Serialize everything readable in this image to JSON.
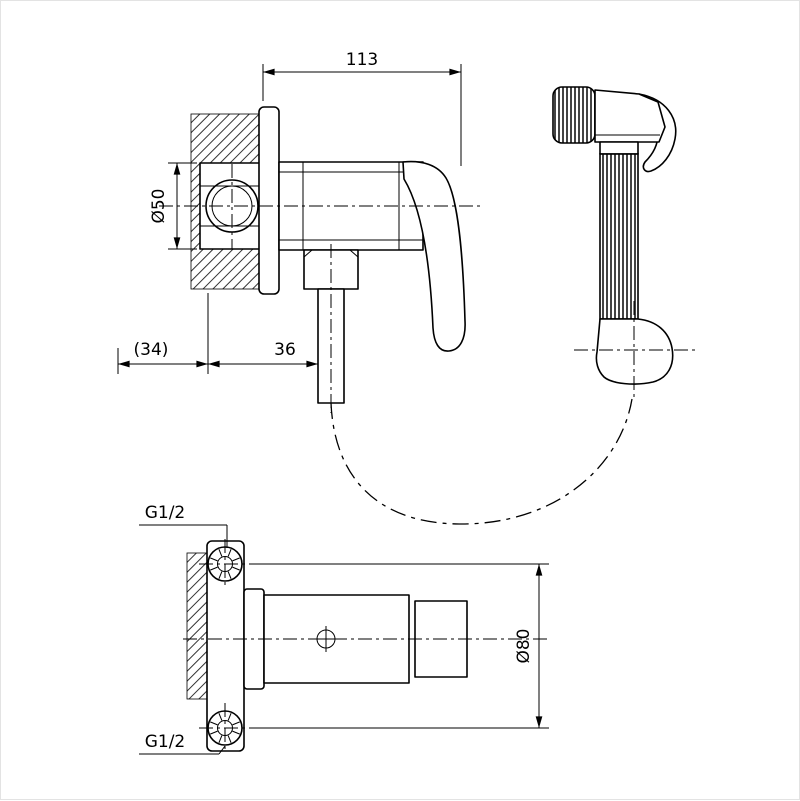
{
  "page": {
    "background": "#ffffff",
    "line_color": "#000000"
  },
  "top_view": {
    "dim_width": "113",
    "dim_valve_diameter": "Ø50",
    "dim_wall_depth": "(34)",
    "dim_spout_offset": "36"
  },
  "bottom_view": {
    "thread_top": "G1/2",
    "thread_bottom": "G1/2",
    "dim_body_diameter": "Ø80"
  }
}
